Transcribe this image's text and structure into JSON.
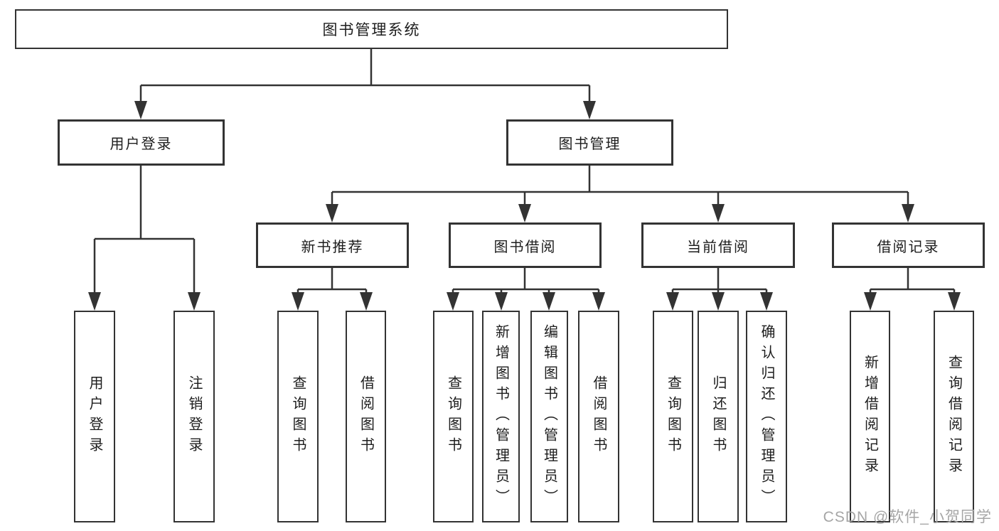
{
  "colors": {
    "background": "#ffffff",
    "line": "#333333",
    "box_border": "#333333",
    "text": "#1d1d1d",
    "watermark": "#a6a6a6"
  },
  "nodes": {
    "root": "图书管理系统",
    "user_login": "用户登录",
    "book_management": "图书管理",
    "new_book_recommend": "新书推荐",
    "book_borrow": "图书借阅",
    "current_borrow": "当前借阅",
    "borrow_records": "借阅记录",
    "leaf_user_login": "用户登录",
    "leaf_logout": "注销登录",
    "leaf_rec_query_book": "查询图书",
    "leaf_rec_borrow_book": "借阅图书",
    "leaf_bor_query_book": "查询图书",
    "leaf_bor_add_book": "新增图书（管理员）",
    "leaf_bor_edit_book": "编辑图书（管理员）",
    "leaf_bor_borrow_book": "借阅图书",
    "leaf_cur_query_book": "查询图书",
    "leaf_cur_return_book": "归还图书",
    "leaf_cur_confirm_return": "确认归还（管理员）",
    "leaf_log_add_record": "新增借阅记录",
    "leaf_log_query_record": "查询借阅记录"
  },
  "watermark": {
    "text": "CSDN @软件_小贺同学"
  }
}
